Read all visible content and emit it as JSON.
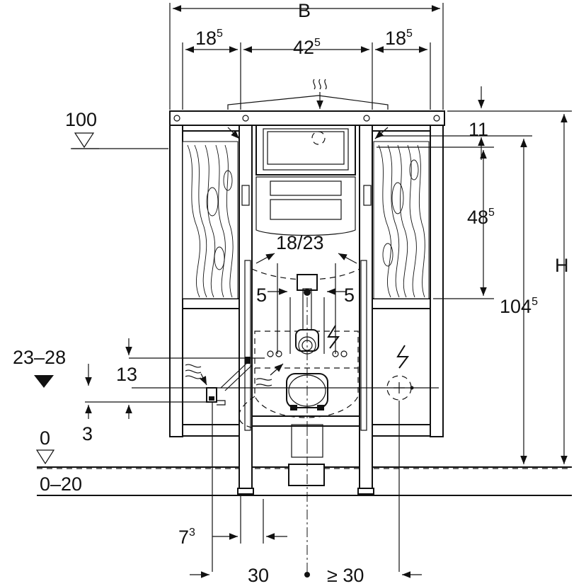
{
  "dimensions": {
    "B": {
      "main": "B"
    },
    "left_width": {
      "main": "18",
      "sup": "5"
    },
    "center_width": {
      "main": "42",
      "sup": "5"
    },
    "right_width": {
      "main": "18",
      "sup": "5"
    },
    "top_offset": {
      "main": "11"
    },
    "cistern_height": {
      "main": "48",
      "sup": "5"
    },
    "total_height": {
      "main": "104",
      "sup": "5"
    },
    "H": {
      "main": "H"
    },
    "inlet_spacing": {
      "main": "18/23"
    },
    "left_offset": {
      "main": "5"
    },
    "right_offset": {
      "main": "5"
    },
    "level_100": {
      "main": "100"
    },
    "level_range": {
      "main": "23–28"
    },
    "dim_13": {
      "main": "13"
    },
    "dim_3": {
      "main": "3"
    },
    "level_0": {
      "main": "0"
    },
    "floor_range": {
      "main": "0–20"
    },
    "side_offset": {
      "main": "7",
      "sup": "3"
    },
    "bottom_30": {
      "main": "30"
    },
    "bottom_ge30": {
      "main": "≥ 30"
    }
  },
  "colors": {
    "line": "#111111",
    "background": "#ffffff"
  },
  "icons": [
    "heat-wave-icon",
    "electric-bolt-icon",
    "water-inlet-icon",
    "level-triangle-icon"
  ]
}
